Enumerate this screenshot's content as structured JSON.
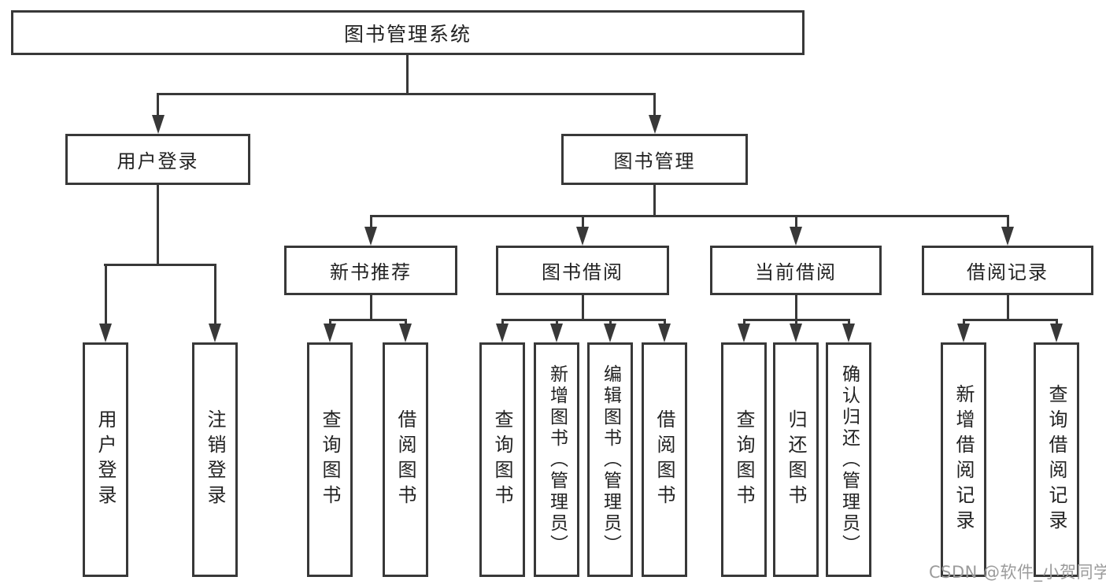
{
  "colors": {
    "line": "#383838",
    "text": "#222222",
    "watermark": "#9b9b9b",
    "background": "#ffffff"
  },
  "diagram": {
    "title": "图书管理系统",
    "level2": [
      {
        "label": "用户登录"
      },
      {
        "label": "图书管理"
      }
    ],
    "level3": [
      {
        "label": "新书推荐",
        "parent": "图书管理"
      },
      {
        "label": "图书借阅",
        "parent": "图书管理"
      },
      {
        "label": "当前借阅",
        "parent": "图书管理"
      },
      {
        "label": "借阅记录",
        "parent": "图书管理"
      }
    ],
    "leaves": [
      {
        "label": "用户登录",
        "parent": "用户登录"
      },
      {
        "label": "注销登录",
        "parent": "用户登录"
      },
      {
        "label": "查询图书",
        "parent": "新书推荐"
      },
      {
        "label": "借阅图书",
        "parent": "新书推荐"
      },
      {
        "label": "查询图书",
        "parent": "图书借阅"
      },
      {
        "label": "新增图书（管理员）",
        "parent": "图书借阅"
      },
      {
        "label": "编辑图书（管理员）",
        "parent": "图书借阅"
      },
      {
        "label": "借阅图书",
        "parent": "图书借阅"
      },
      {
        "label": "查询图书",
        "parent": "当前借阅"
      },
      {
        "label": "归还图书",
        "parent": "当前借阅"
      },
      {
        "label": "确认归还（管理员）",
        "parent": "当前借阅"
      },
      {
        "label": "新增借阅记录",
        "parent": "借阅记录"
      },
      {
        "label": "查询借阅记录",
        "parent": "借阅记录"
      }
    ]
  },
  "watermark": {
    "text": "CSDN @软件_小贺同学"
  }
}
